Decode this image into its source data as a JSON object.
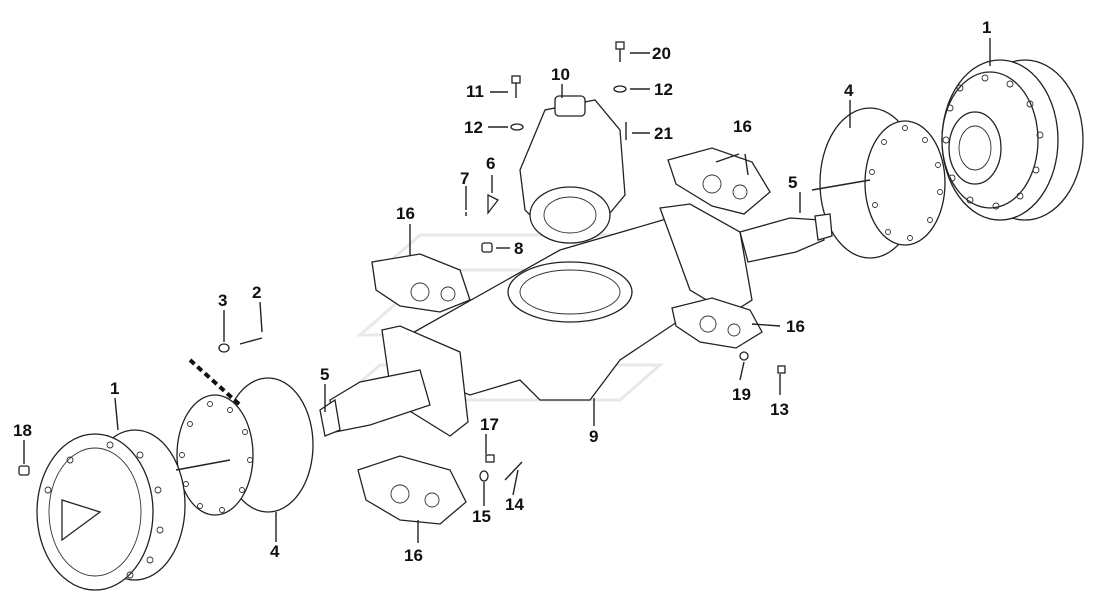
{
  "labels": {
    "hub_left": "1",
    "hub_right": "1",
    "brake_disc_left": "4",
    "brake_disc_right": "4",
    "shaft_left": "5",
    "shaft_right": "5",
    "wedge": "6",
    "bolt_7": "7",
    "nut_8": "8",
    "axle_housing": "9",
    "differential": "10",
    "bolt_11": "11",
    "washer_12a": "12",
    "washer_12b": "12",
    "bolt_13": "13",
    "bolt_14": "14",
    "washer_15": "15",
    "caliper_top_left": "16",
    "caliper_top_right": "16",
    "caliper_bottom": "16",
    "caliper_right": "16",
    "bolt_17": "17",
    "plug_18": "18",
    "plug_19": "19",
    "bolt_20": "20",
    "pin_21": "21",
    "washer_2": "2",
    "bolt_3": "3"
  }
}
